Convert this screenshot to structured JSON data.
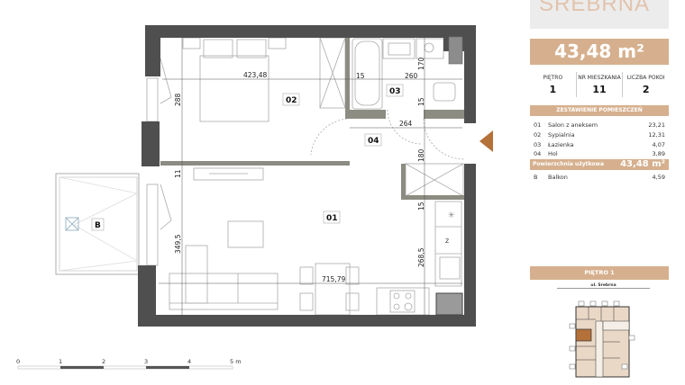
{
  "brand": {
    "logo_text": "SREBRNA"
  },
  "apartment": {
    "area": "43,48 m²",
    "stats": [
      {
        "label": "PIĘTRO",
        "value": "1"
      },
      {
        "label": "NR MIESZKANIA",
        "value": "11"
      },
      {
        "label": "LICZBA POKOI",
        "value": "2"
      }
    ]
  },
  "rooms_table": {
    "header": "ZESTAWIENIE POMIESZCZEŃ",
    "rows": [
      {
        "no": "01",
        "name": "Salon z aneksem",
        "area": "23,21"
      },
      {
        "no": "02",
        "name": "Sypialnia",
        "area": "12,31"
      },
      {
        "no": "03",
        "name": "Łazienka",
        "area": "4,07"
      },
      {
        "no": "04",
        "name": "Hol",
        "area": "3,89"
      }
    ],
    "total_label": "Powierzchnia użytkowa",
    "total_value": "43,48 m²",
    "extra": {
      "no": "B",
      "name": "Balkon",
      "area": "4,59"
    }
  },
  "floor_key": {
    "title": "PIĘTRO 1",
    "street": "ul. Srebrna"
  },
  "plan": {
    "room_labels": [
      "01",
      "02",
      "03",
      "04",
      "B"
    ],
    "dimensions": {
      "d_423": "423,48",
      "d_288": "288",
      "d_11": "11",
      "d_15a": "15",
      "d_260": "260",
      "d_170": "170",
      "d_15b": "15",
      "d_264": "264",
      "d_180": "180",
      "d_15c": "15",
      "d_349": "349,5",
      "d_268": "268,5",
      "d_715": "715,79"
    },
    "kitchen_marks": {
      "fridge": "Z"
    }
  },
  "scale_bar": {
    "ticks": [
      "0",
      "1",
      "2",
      "3",
      "4",
      "5 m"
    ]
  },
  "colors": {
    "accent": "#d6b08e",
    "entry_arrow": "#b5713a",
    "wall": "#4f4f4f",
    "partition": "#8c8c82"
  }
}
